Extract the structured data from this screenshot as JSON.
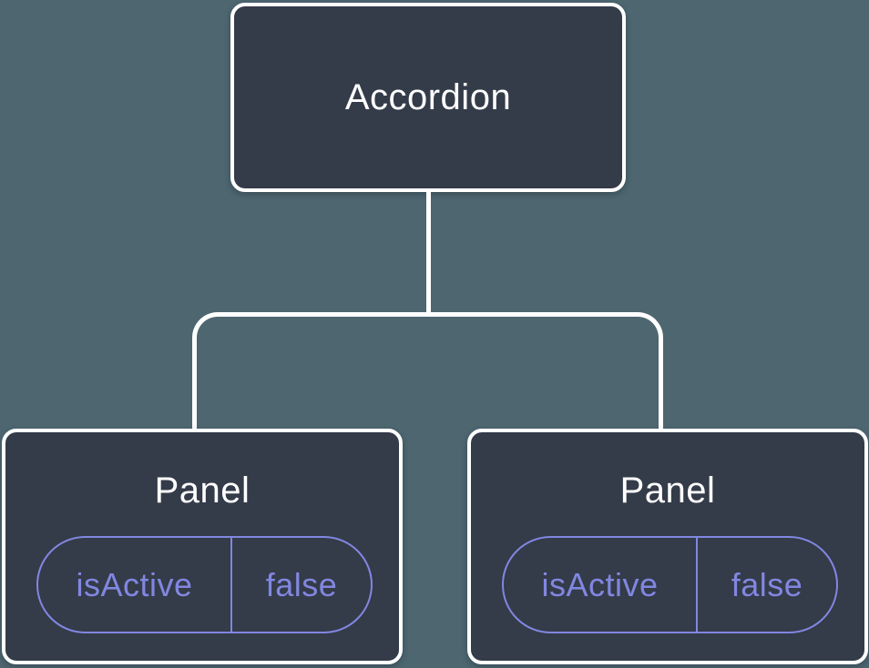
{
  "colors": {
    "background": "#4D6670",
    "node_fill": "#343B49",
    "node_border": "#FFFFFF",
    "node_text": "#FFFFFF",
    "accent_purple": "#8187E0"
  },
  "tree": {
    "root": {
      "label": "Accordion"
    },
    "children": [
      {
        "label": "Panel",
        "state": {
          "name": "isActive",
          "value": "false"
        }
      },
      {
        "label": "Panel",
        "state": {
          "name": "isActive",
          "value": "false"
        }
      }
    ]
  }
}
